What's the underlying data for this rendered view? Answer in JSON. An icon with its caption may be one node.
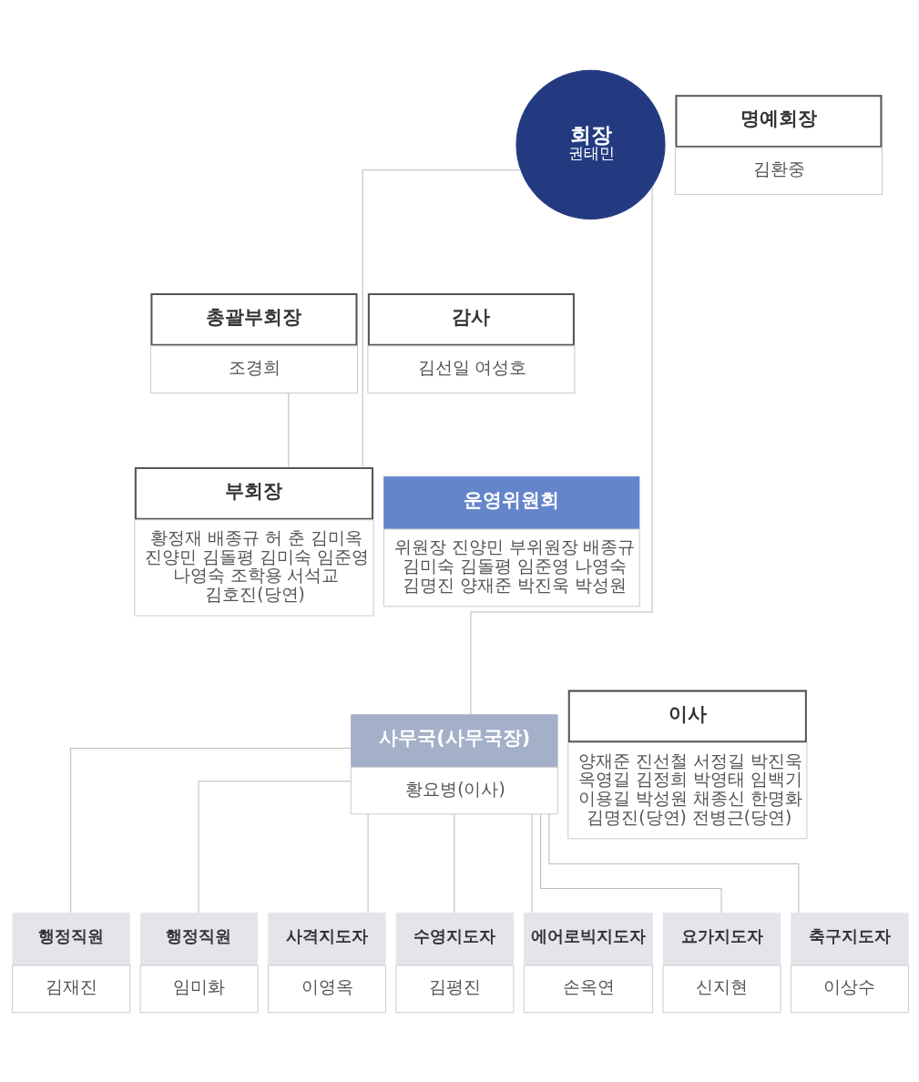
{
  "diagram": {
    "nodes": [
      {
        "text": [
          "회장",
          "권태민"
        ]
      },
      {
        "text": [
          "명예회장",
          "김환중"
        ]
      },
      {
        "text": [
          "총괄부회장",
          "조경희"
        ]
      },
      {
        "text": [
          "감사",
          "김선일 여성호"
        ]
      },
      {
        "text": [
          "부회장",
          "황정재 배종규 허 춘 김미옥 진양민 김돌평 김미숙 임준영 나영숙 조학용 서석교 김호진(당연)"
        ]
      },
      {
        "text": [
          "운영위원회",
          "위원장 진양민 부위원장 배종규",
          "김미숙 김돌평 임준영 나영숙 김명진 양재준 박진욱 박성원"
        ]
      },
      {
        "text": [
          "사무국(사무국장)",
          "황요병(이사)"
        ]
      },
      {
        "text": [
          "이사",
          "양재준 진선철 서정길 박진욱 옥영길 김정희 박영태 임백기 이용길 박성원 채종신 한명화 김명진(당연) 전병근(당연)"
        ]
      },
      {
        "text": [
          "행정직원",
          "김재진"
        ]
      },
      {
        "text": [
          "행정직원",
          "임미화"
        ]
      },
      {
        "text": [
          "사격지도자",
          "이영옥"
        ]
      },
      {
        "text": [
          "수영지도자",
          "김평진"
        ]
      },
      {
        "text": [
          "에어로빅지도자",
          "손옥연"
        ]
      },
      {
        "text": [
          "요가지도자",
          "신지현"
        ]
      },
      {
        "text": [
          "축구지도자",
          "이상수"
        ]
      }
    ],
    "edges": [
      {
        "from": 0,
        "to": 4,
        "arrow": "none"
      },
      {
        "from": 2,
        "to": 4,
        "arrow": "none"
      },
      {
        "from": 0,
        "to": 6,
        "arrow": "none"
      },
      {
        "from": 6,
        "to": 8,
        "arrow": "none"
      },
      {
        "from": 6,
        "to": 9,
        "arrow": "none"
      },
      {
        "from": 6,
        "to": 10,
        "arrow": "none"
      },
      {
        "from": 6,
        "to": 11,
        "arrow": "none"
      },
      {
        "from": 6,
        "to": 12,
        "arrow": "none"
      },
      {
        "from": 6,
        "to": 13,
        "arrow": "none"
      },
      {
        "from": 6,
        "to": 14,
        "arrow": "none"
      }
    ]
  }
}
